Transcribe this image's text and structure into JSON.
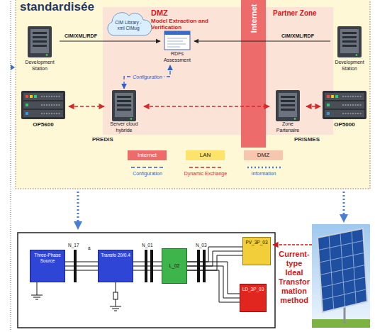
{
  "diagram": {
    "title": "standardisée",
    "nodes": [
      {
        "text": [
          "Development Station"
        ]
      },
      {
        "text": [
          "OP5600"
        ]
      },
      {
        "text": [
          "DMZ",
          "Model Extraction and Verification"
        ]
      },
      {
        "text": [
          "CIM Library - xml CIMug"
        ],
        "in": 2
      },
      {
        "text": [
          "RDFs Assessment"
        ],
        "in": 2
      },
      {
        "text": [
          "Server cloud hybride"
        ],
        "in": 2
      },
      {
        "text": [
          "Internet"
        ]
      },
      {
        "text": [
          "Partner Zone"
        ]
      },
      {
        "text": [
          "Zone Partenaire"
        ],
        "in": 7
      },
      {
        "text": [
          "Development Station"
        ]
      },
      {
        "text": [
          "OP5000"
        ]
      },
      {
        "text": [
          "Three-Phase Source"
        ]
      },
      {
        "text": [
          "Transfo 20/0.4"
        ]
      },
      {
        "text": [
          "L_02"
        ]
      },
      {
        "text": [
          "PV_3P_03"
        ]
      },
      {
        "text": [
          "LD_3P_03"
        ]
      }
    ],
    "edges": [
      {
        "from": 0,
        "to": 4,
        "label": "CIM/XML/RDF",
        "arrow": "to"
      },
      {
        "from": 9,
        "to": 4,
        "label": "CIM/XML/RDF",
        "arrow": "to"
      },
      {
        "from": 4,
        "to": 5,
        "label": "Configuration",
        "arrow": "both"
      },
      {
        "from": 1,
        "to": 5,
        "arrow": "both"
      },
      {
        "from": 5,
        "to": 8,
        "arrow": "both"
      },
      {
        "from": 8,
        "to": 10,
        "arrow": "both"
      },
      {
        "from": 11,
        "to": 12,
        "arrow": "none"
      },
      {
        "from": 12,
        "to": 13,
        "arrow": "none"
      },
      {
        "from": 13,
        "to": 14,
        "arrow": "none"
      },
      {
        "from": 13,
        "to": 15,
        "arrow": "none"
      }
    ],
    "labels": [
      "PREDIS",
      "PRISMES",
      "N_17",
      "a",
      "N_01",
      "N_03",
      "Current-type Ideal Transformation method"
    ],
    "legend": [
      {
        "text": "Internet",
        "color": "#ee6b6b"
      },
      {
        "text": "LAN",
        "color": "#fde36a"
      },
      {
        "text": "DMZ",
        "color": "#f7c6ae"
      },
      {
        "text": "Configuration"
      },
      {
        "text": "Dynamic Exchange"
      },
      {
        "text": "Information"
      }
    ]
  }
}
